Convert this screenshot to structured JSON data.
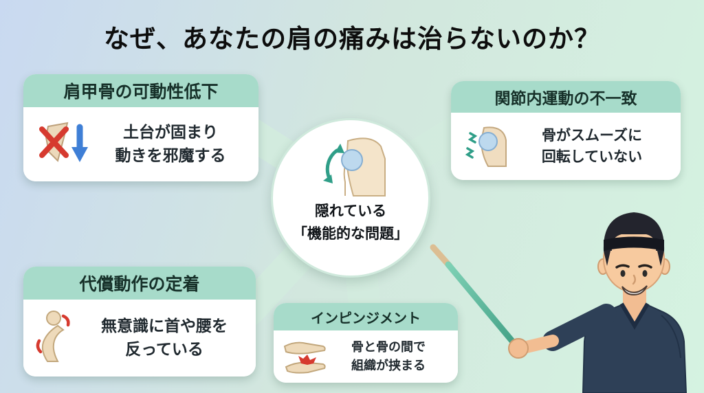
{
  "title": "なぜ、あなたの肩の痛みは治らないのか？",
  "center_circle": {
    "icon": "shoulder-joint-motion-icon",
    "line1": "隠れている",
    "line2": "「機能的な問題」"
  },
  "cards": {
    "scapula": {
      "header": "肩甲骨の可動性低下",
      "icon": "scapula-blocked-down-arrow-icon",
      "lines": [
        "土台が固まり",
        "動きを邪魔する"
      ]
    },
    "joint": {
      "header": "関節内運動の不一致",
      "icon": "humeral-head-vibration-icon",
      "lines": [
        "骨がスムーズに",
        "回転していない"
      ]
    },
    "compensation": {
      "header": "代償動作の定着",
      "icon": "arched-back-figure-icon",
      "lines": [
        "無意識に首や腰を",
        "反っている"
      ]
    },
    "impingement": {
      "header": "インピンジメント",
      "icon": "pinched-tissue-joint-icon",
      "lines": [
        "骨と骨の間で",
        "組織が挟まる"
      ]
    }
  },
  "illustration": {
    "therapist": "therapist-with-headband",
    "pointer": "teal-pointer-stick"
  },
  "colors": {
    "header_mint": "#a7dbca",
    "connector_mint": "#d3ecde",
    "background_left": "#c9d9f1",
    "background_right": "#d5f3e1",
    "alert_red": "#d63a2f",
    "arrow_blue": "#3f7fd6",
    "accent_teal": "#2f9e88",
    "pointer_green": "#55b397",
    "scrub_navy": "#2e4057"
  }
}
